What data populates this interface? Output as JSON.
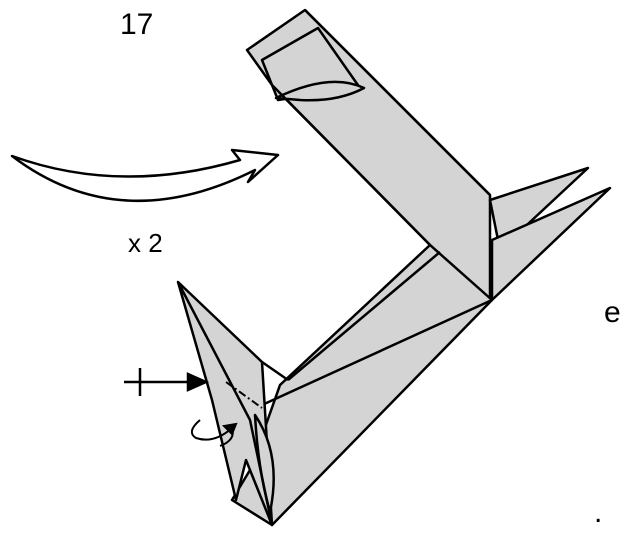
{
  "diagram": {
    "step_number": "17",
    "repeat_label": "x 2",
    "edge_fragment_letter": "e",
    "edge_fragment_mark": "."
  },
  "colors": {
    "paper": "#d4d4d4",
    "line": "#000000",
    "background": "#ffffff"
  },
  "icons": {
    "turn_over_arrow": "curved-arrow-icon",
    "push_arrow": "push-arrow-icon",
    "rotate_symbol": "rotate-arrow-icon"
  }
}
